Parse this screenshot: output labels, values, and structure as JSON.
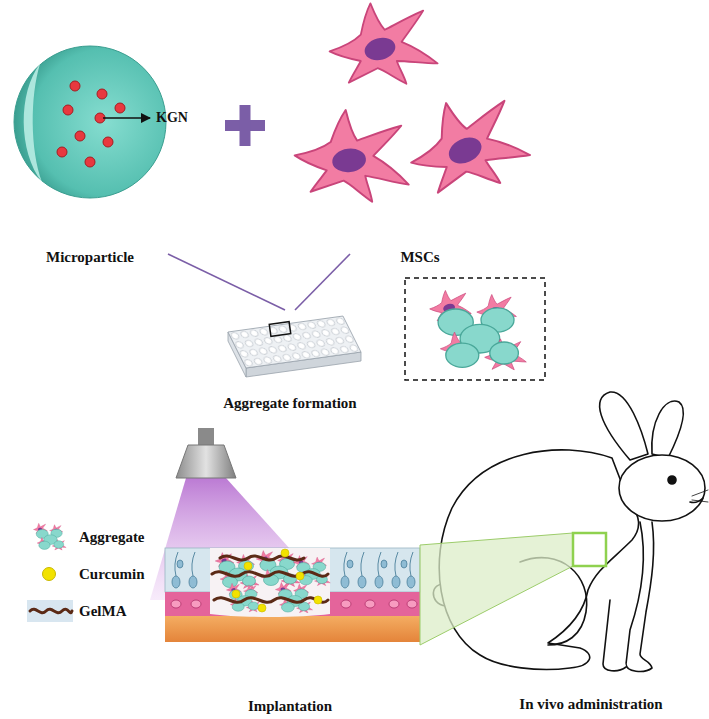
{
  "diagram": {
    "nodes": [
      {
        "text": [
          "Microparticle"
        ]
      },
      {
        "text": [
          "MSCs"
        ]
      },
      {
        "text": [
          "Aggregate formation"
        ]
      },
      {
        "text": [
          "Implantation"
        ]
      },
      {
        "text": [
          "In vivo administration"
        ]
      }
    ],
    "edges": [
      {
        "from": 0,
        "to": 2,
        "arrow": "none"
      },
      {
        "from": 1,
        "to": 2,
        "arrow": "none"
      }
    ],
    "labels": [
      "KGN"
    ],
    "legend": [
      {
        "text": "Aggregate"
      },
      {
        "text": "Curcumin",
        "color": "#f2e200"
      },
      {
        "text": "GelMA"
      }
    ]
  }
}
